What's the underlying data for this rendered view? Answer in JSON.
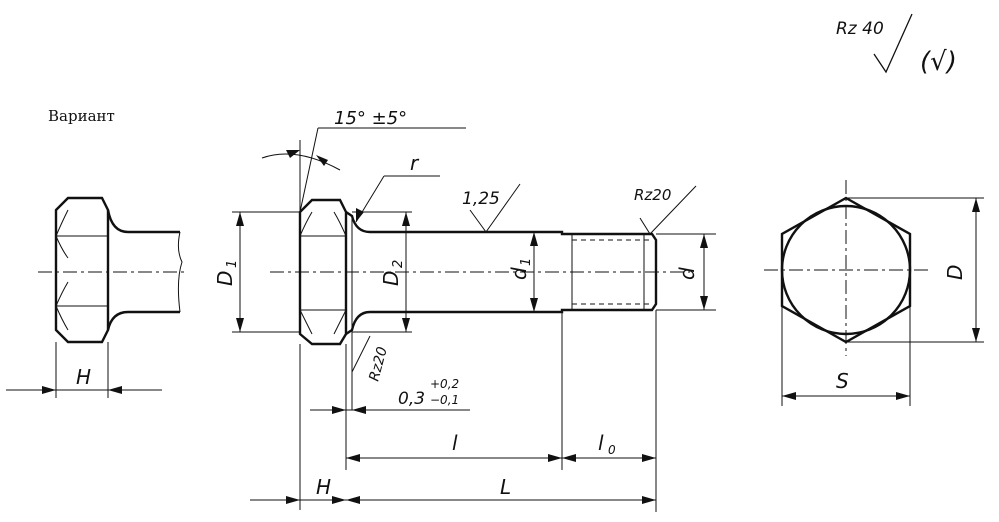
{
  "labels": {
    "variant": "Вариант",
    "angle": "15° ±5°",
    "radius": "r",
    "thread_pitch": "1,25",
    "roughness_main": "Rz 40",
    "roughness_main_check": "(√)",
    "roughness_thread": "Rz20",
    "roughness_face": "Rz20",
    "d1_label": "d",
    "d1_sub": "1",
    "d_label": "d",
    "D1_label": "D",
    "D1_sub": "1",
    "D2_label": "D",
    "D2_sub": "2",
    "D_label": "D",
    "S_label": "S",
    "H_left": "H",
    "H_bottom": "H",
    "L_label": "L",
    "l_label": "l",
    "l0_label": "l",
    "l0_sub": "0",
    "tolerance_base": "0,3",
    "tolerance_plus": "+0,2",
    "tolerance_minus": "−0,1"
  }
}
